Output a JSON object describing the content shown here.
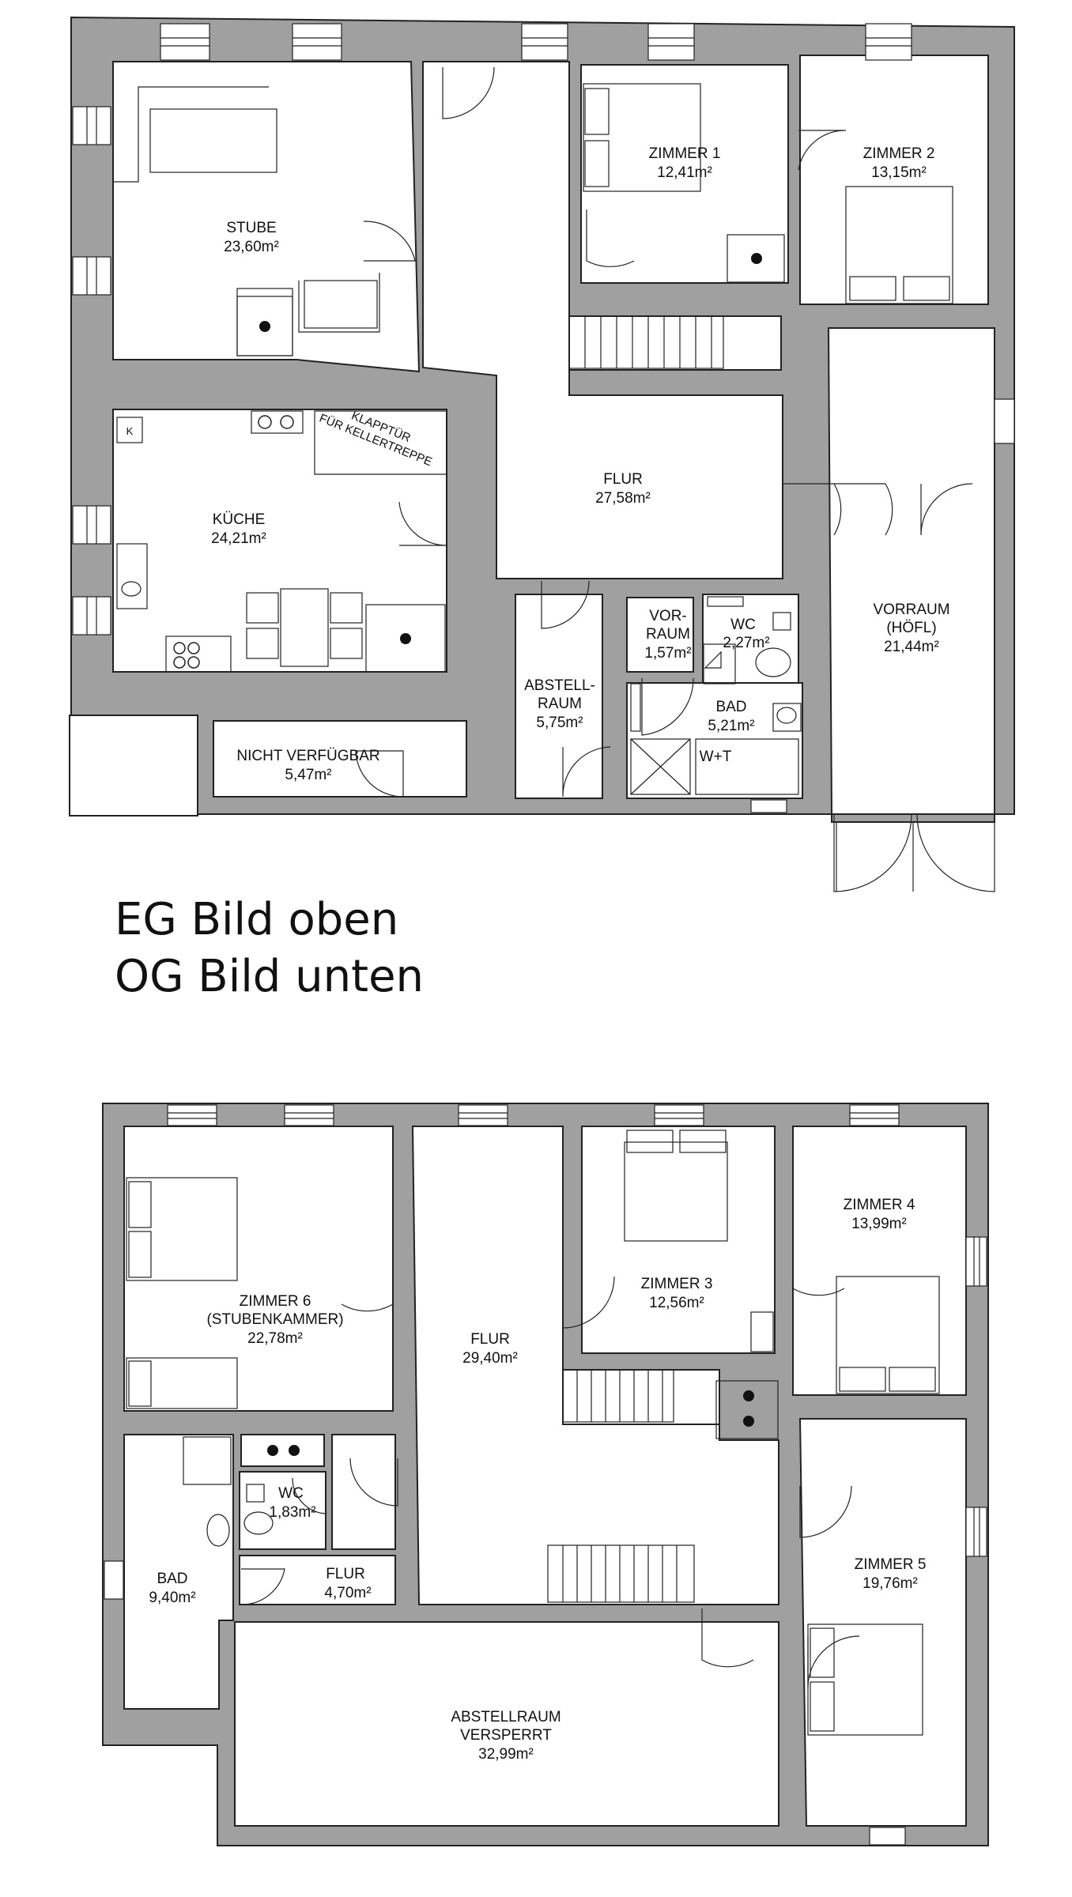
{
  "caption": {
    "line1": "EG Bild oben",
    "line2": "OG Bild unten"
  },
  "colors": {
    "wall": "#a0a0a0",
    "outline": "#222222",
    "floor": "#ffffff"
  },
  "eg": {
    "stube": {
      "name": "STUBE",
      "area": "23,60m²"
    },
    "zimmer1": {
      "name": "ZIMMER 1",
      "area": "12,41m²"
    },
    "zimmer2": {
      "name": "ZIMMER 2",
      "area": "13,15m²"
    },
    "kueche": {
      "name": "KÜCHE",
      "area": "24,21m²"
    },
    "klapptuer": {
      "line1": "KLAPPTÜR",
      "line2": "FÜR KELLERTREPPE"
    },
    "flur": {
      "name": "FLUR",
      "area": "27,58m²"
    },
    "vorraum_hoefl": {
      "line1": "VORRAUM",
      "line2": "(HÖFL)",
      "area": "21,44m²"
    },
    "vorraum": {
      "line1": "VOR-",
      "line2": "RAUM",
      "area": "1,57m²"
    },
    "wc": {
      "name": "WC",
      "area": "2,27m²"
    },
    "abstellraum": {
      "line1": "ABSTELL-",
      "line2": "RAUM",
      "area": "5,75m²"
    },
    "bad": {
      "name": "BAD",
      "area": "5,21m²"
    },
    "wt": {
      "name": "W+T"
    },
    "nicht_verfuegbar": {
      "name": "NICHT VERFÜGBAR",
      "area": "5,47m²"
    },
    "k_mark": "K"
  },
  "og": {
    "zimmer6": {
      "line1": "ZIMMER 6",
      "line2": "(STUBENKAMMER)",
      "area": "22,78m²"
    },
    "flur_main": {
      "name": "FLUR",
      "area": "29,40m²"
    },
    "zimmer3": {
      "name": "ZIMMER 3",
      "area": "12,56m²"
    },
    "zimmer4": {
      "name": "ZIMMER 4",
      "area": "13,99m²"
    },
    "zimmer5": {
      "name": "ZIMMER 5",
      "area": "19,76m²"
    },
    "wc": {
      "name": "WC",
      "area": "1,83m²"
    },
    "bad": {
      "name": "BAD",
      "area": "9,40m²"
    },
    "flur_small": {
      "name": "FLUR",
      "area": "4,70m²"
    },
    "abstellraum": {
      "line1": "ABSTELLRAUM",
      "line2": "VERSPERRT",
      "area": "32,99m²"
    }
  }
}
